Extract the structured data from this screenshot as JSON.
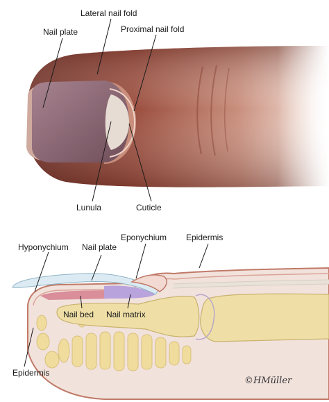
{
  "top_view": {
    "labels": {
      "lateral_nail_fold": "Lateral nail fold",
      "nail_plate": "Nail plate",
      "proximal_nail_fold": "Proximal nail fold",
      "lunula": "Lunula",
      "cuticle": "Cuticle"
    }
  },
  "cross_section": {
    "labels": {
      "hyponychium": "Hyponychium",
      "nail_plate": "Nail plate",
      "eponychium": "Eponychium",
      "epidermis_top": "Epidermis",
      "nail_bed": "Nail bed",
      "nail_matrix": "Nail matrix",
      "epidermis_bottom": "Epidermis"
    }
  },
  "signature": "©HMüller",
  "colors": {
    "skin_dark": "#7e3b2e",
    "skin_mid": "#b56a55",
    "skin_light": "#f1e3de",
    "nail_plate": "#8a6571",
    "lunula": "#e5ddd4",
    "nail_plate_section": "#dcebf3",
    "nail_matrix": "#b8a3dc",
    "nail_bed": "#d98e99",
    "bone": "#efe0a6",
    "dermis": "#f4e6e0"
  }
}
